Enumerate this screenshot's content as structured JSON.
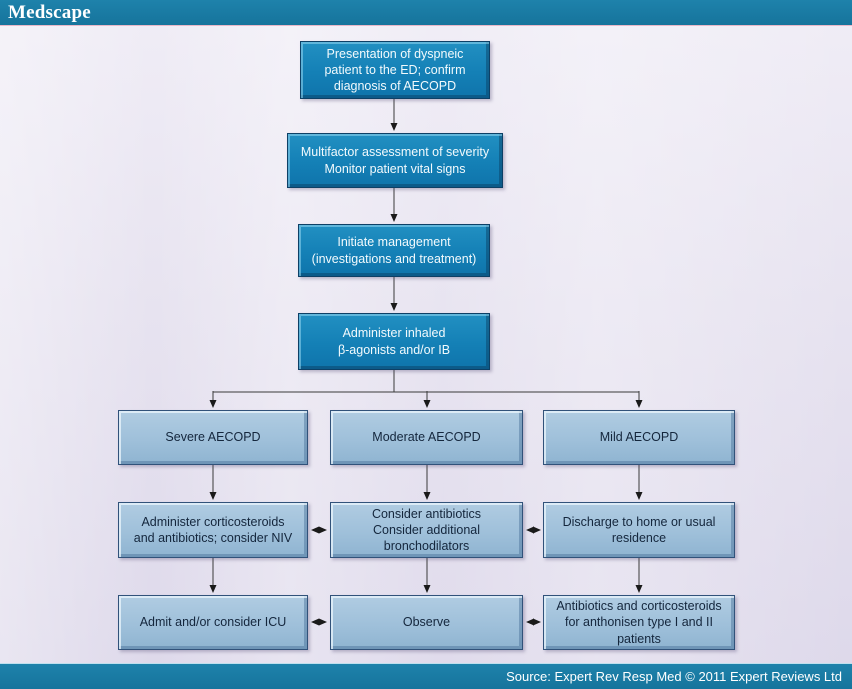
{
  "header": {
    "brand": "Medscape"
  },
  "footer": {
    "source_text": "Source: Expert Rev Resp Med © 2011 Expert Reviews Ltd"
  },
  "colors": {
    "bar_teal": "#1a7ca6",
    "node_dark_fill": "#1480b6",
    "node_dark_border": "#0d4066",
    "node_light_fill": "#9fc0da",
    "node_light_border": "#31527a",
    "background_lavender": "#e7e3f0",
    "connector": "#333333"
  },
  "flowchart": {
    "nodes": {
      "presentation": {
        "label": "Presentation of dyspneic\npatient to the ED; confirm\ndiagnosis of AECOPD"
      },
      "assessment": {
        "label": "Multifactor assessment of severity\nMonitor patient vital signs"
      },
      "initiate": {
        "label": "Initiate management\n(investigations and treatment)"
      },
      "administer_inhaled": {
        "label": "Administer inhaled\nβ-agonists and/or IB"
      },
      "severe": {
        "label": "Severe AECOPD"
      },
      "moderate": {
        "label": "Moderate AECOPD"
      },
      "mild": {
        "label": "Mild AECOPD"
      },
      "corticosteroids": {
        "label": "Administer corticosteroids\nand antibiotics; consider NIV"
      },
      "consider_antibiotics": {
        "label": "Consider antibiotics\nConsider additional\nbronchodilators"
      },
      "discharge": {
        "label": "Discharge to home or usual\nresidence"
      },
      "admit": {
        "label": "Admit and/or consider ICU"
      },
      "observe": {
        "label": "Observe"
      },
      "antibiotics_anthonisen": {
        "label": "Antibiotics and corticosteroids\nfor anthonisen type I and II\npatients"
      }
    }
  }
}
